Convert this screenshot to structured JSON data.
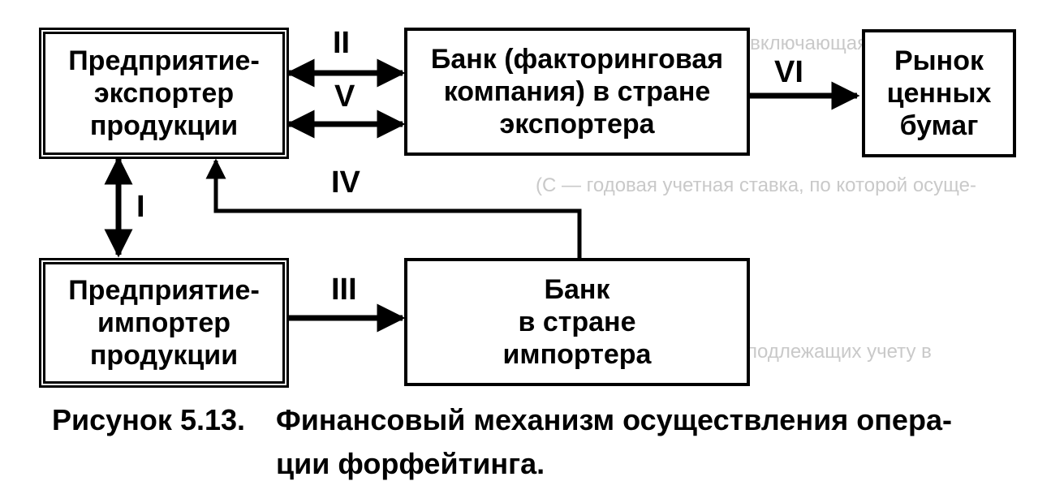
{
  "boxes": {
    "exporter": "Предприятие-\nэкспортер\nпродукции",
    "factoring_bank": "Банк (факторинговая\nкомпания) в стране\nэкспортера",
    "securities_market": "Рынок\nценных\nбумаг",
    "importer": "Предприятие-\nимпортер\nпродукции",
    "importer_bank": "Банк\nв стране\nимпортера"
  },
  "arrows": {
    "I": "I",
    "II": "II",
    "III": "III",
    "IV": "IV",
    "V": "V",
    "VI": "VI"
  },
  "caption": {
    "number": "Рисунок 5.13.",
    "line1": "Финансовый механизм осуществления опера-",
    "line2": "ции форфейтинга."
  }
}
